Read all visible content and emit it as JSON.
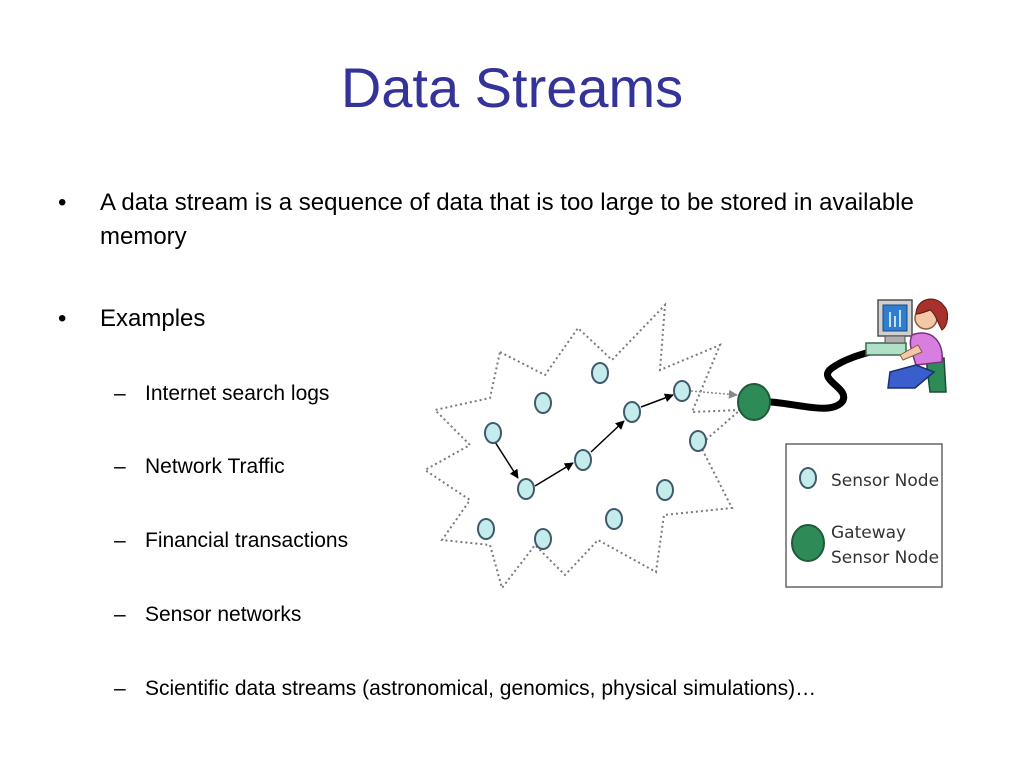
{
  "slide": {
    "title": "Data Streams",
    "bullets": [
      "A data stream is a sequence of data that is too large to be stored in available memory",
      "Examples"
    ],
    "sub_items": [
      "Internet search logs",
      "Network Traffic",
      "Financial transactions",
      "Sensor networks",
      "Scientific data streams (astronomical, genomics, physical simulations)…"
    ],
    "bullet_glyph": "•",
    "dash_glyph": "–"
  },
  "diagram": {
    "legend": {
      "sensor_node": "Sensor Node",
      "gateway_line1": "Gateway",
      "gateway_line2": "Sensor Node"
    },
    "colors": {
      "sensor_node_fill": "#c4ecec",
      "gateway_fill": "#2e8b57",
      "title_color": "#333399"
    },
    "icons": [
      "sensor-node-icon",
      "gateway-node-icon",
      "user-at-computer-icon",
      "arrow-icon"
    ]
  }
}
